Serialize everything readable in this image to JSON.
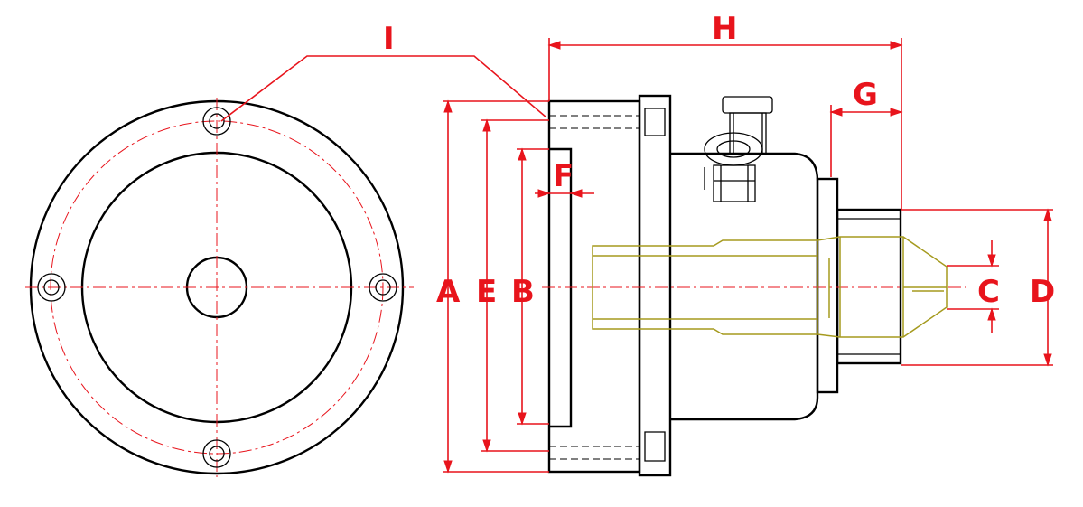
{
  "labels": {
    "a": "A",
    "b": "B",
    "c": "C",
    "d": "D",
    "e": "E",
    "f": "F",
    "g": "G",
    "h": "H",
    "i": "I"
  },
  "colors": {
    "outline": "#000000",
    "dimension": "#e8141c",
    "center_line": "#e8141c",
    "collet": "#a59a1e"
  }
}
